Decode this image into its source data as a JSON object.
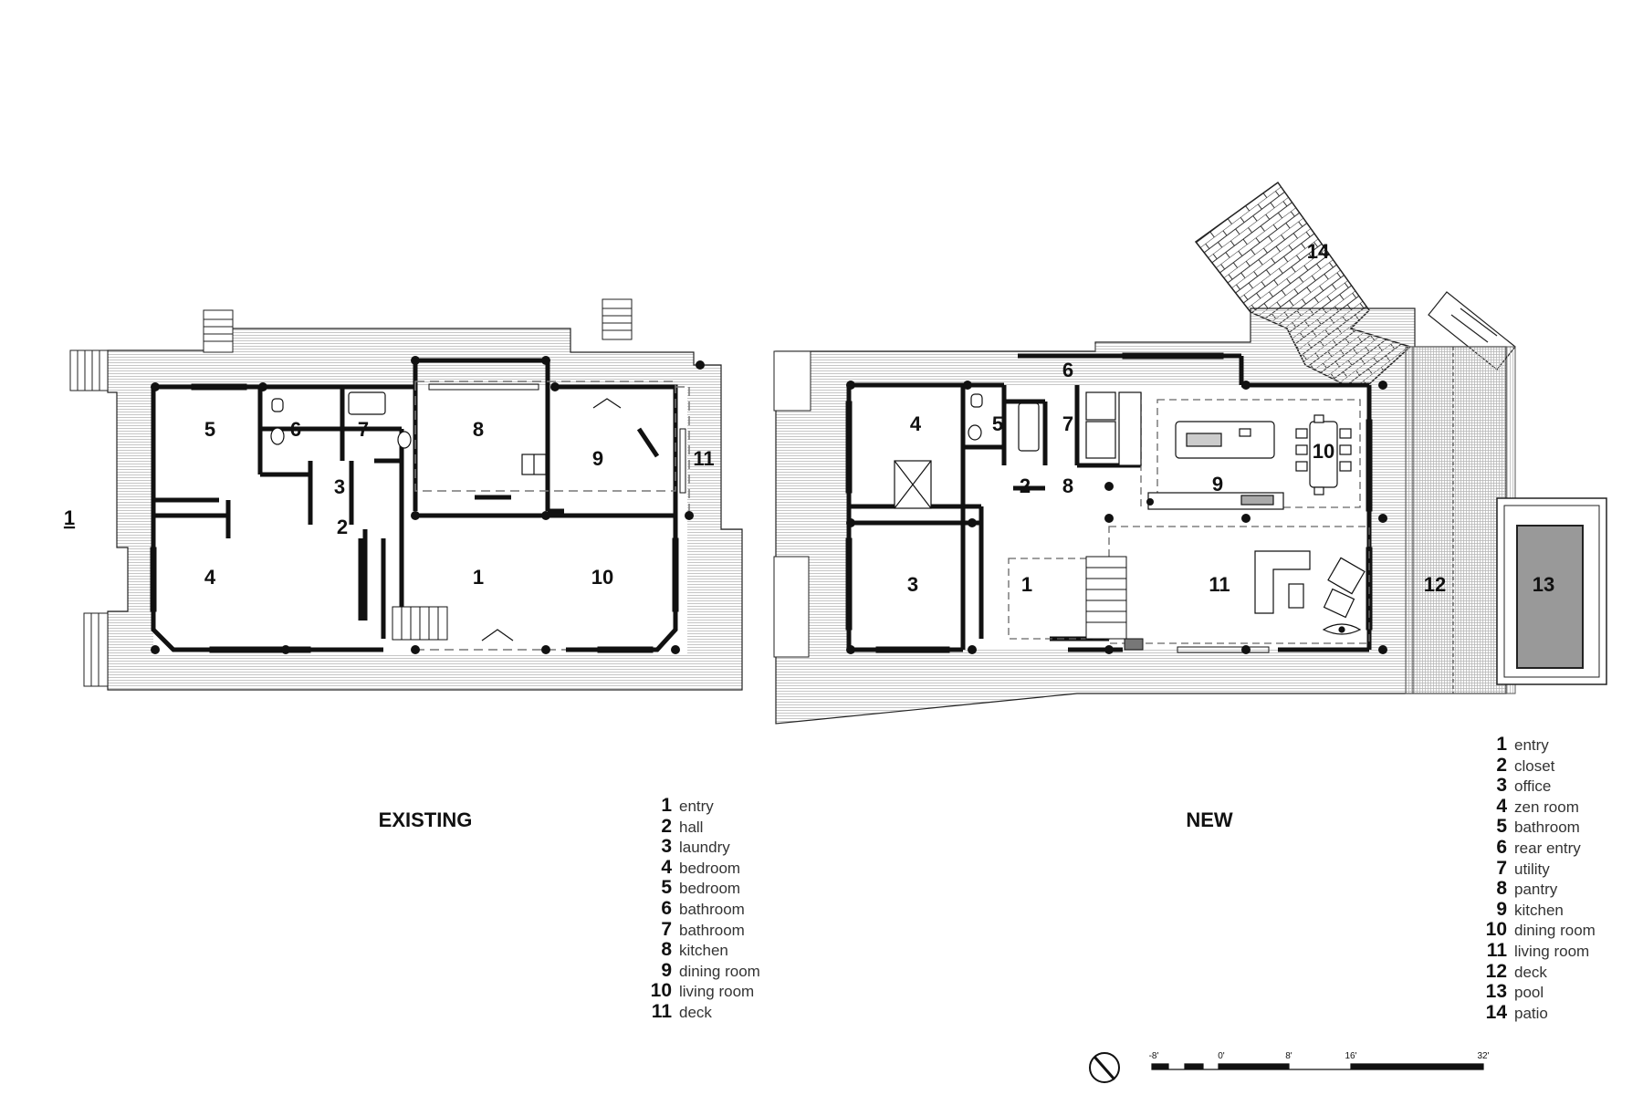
{
  "existing": {
    "title": "EXISTING",
    "room_labels": [
      "1",
      "2",
      "3",
      "4",
      "5",
      "6",
      "7",
      "8",
      "9",
      "10",
      "11"
    ],
    "side_label": "1",
    "legend": [
      {
        "num": "1",
        "label": "entry"
      },
      {
        "num": "2",
        "label": "hall"
      },
      {
        "num": "3",
        "label": "laundry"
      },
      {
        "num": "4",
        "label": "bedroom"
      },
      {
        "num": "5",
        "label": "bedroom"
      },
      {
        "num": "6",
        "label": "bathroom"
      },
      {
        "num": "7",
        "label": "bathroom"
      },
      {
        "num": "8",
        "label": "kitchen"
      },
      {
        "num": "9",
        "label": "dining room"
      },
      {
        "num": "10",
        "label": "living room"
      },
      {
        "num": "11",
        "label": "deck"
      }
    ]
  },
  "new": {
    "title": "NEW",
    "room_labels": [
      "1",
      "2",
      "3",
      "4",
      "5",
      "6",
      "7",
      "8",
      "9",
      "10",
      "11",
      "12",
      "13",
      "14"
    ],
    "legend": [
      {
        "num": "1",
        "label": "entry"
      },
      {
        "num": "2",
        "label": "closet"
      },
      {
        "num": "3",
        "label": "office"
      },
      {
        "num": "4",
        "label": "zen room"
      },
      {
        "num": "5",
        "label": "bathroom"
      },
      {
        "num": "6",
        "label": "rear entry"
      },
      {
        "num": "7",
        "label": "utility"
      },
      {
        "num": "8",
        "label": "pantry"
      },
      {
        "num": "9",
        "label": "kitchen"
      },
      {
        "num": "10",
        "label": "dining room"
      },
      {
        "num": "11",
        "label": "living room"
      },
      {
        "num": "12",
        "label": "deck"
      },
      {
        "num": "13",
        "label": "pool"
      },
      {
        "num": "14",
        "label": "patio"
      }
    ]
  },
  "scale_bar": {
    "ticks": [
      "-8'",
      "0'",
      "8'",
      "16'",
      "32'"
    ]
  },
  "icons": {
    "north_arrow": "north-arrow-icon"
  },
  "colors": {
    "wall": "#111111",
    "deck_line": "#bbbbbb",
    "pool": "#999999"
  }
}
